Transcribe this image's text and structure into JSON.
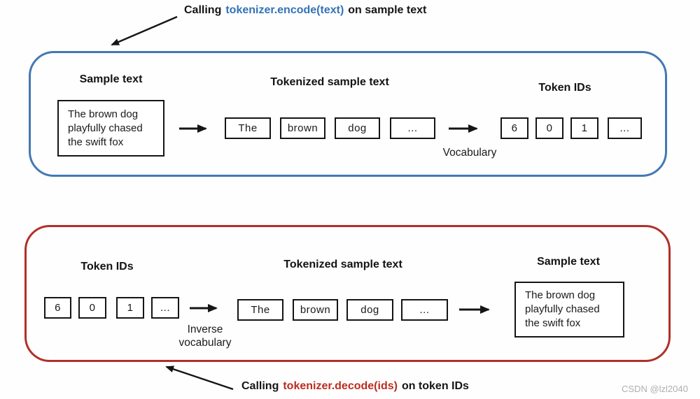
{
  "colors": {
    "encode_border": "#4478b5",
    "encode_code_text": "#3273b8",
    "decode_border": "#b1302a",
    "decode_code_text": "#bb2d20",
    "watermark_text": "#afafaf"
  },
  "annotation_encode": {
    "prefix": "Calling",
    "code": "tokenizer.encode(text)",
    "suffix": "on sample text"
  },
  "annotation_decode": {
    "prefix": "Calling",
    "code": "tokenizer.decode(ids)",
    "suffix": "on token IDs"
  },
  "encode_panel": {
    "sample_heading": "Sample text",
    "sample_line1": "The brown dog",
    "sample_line2": "playfully chased",
    "sample_line3": "the swift fox",
    "tokenized_heading": "Tokenized sample text",
    "tokens": [
      "The",
      "brown",
      "dog",
      "..."
    ],
    "vocab_label": "Vocabulary",
    "ids_heading": "Token IDs",
    "ids": [
      "6",
      "0",
      "1",
      "..."
    ]
  },
  "decode_panel": {
    "ids_heading": "Token IDs",
    "ids": [
      "6",
      "0",
      "1",
      "..."
    ],
    "inverse_label_line1": "Inverse",
    "inverse_label_line2": "vocabulary",
    "tokenized_heading": "Tokenized sample text",
    "tokens": [
      "The",
      "brown",
      "dog",
      "..."
    ],
    "sample_heading": "Sample text",
    "sample_line1": "The brown dog",
    "sample_line2": "playfully chased",
    "sample_line3": "the swift fox"
  },
  "watermark": "CSDN @lzl2040"
}
